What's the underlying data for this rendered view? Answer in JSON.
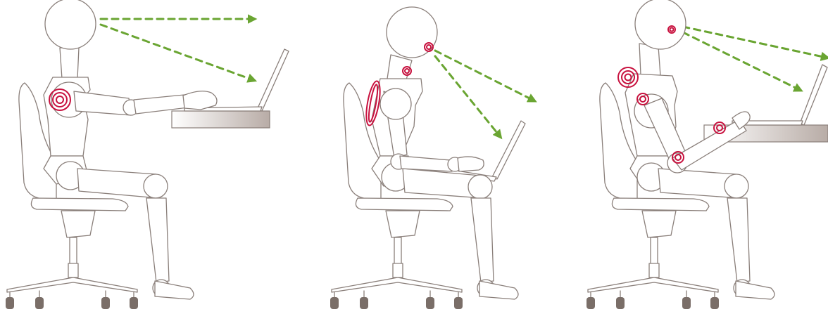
{
  "colors": {
    "outline": "#8a7f7a",
    "sight_line": "#6aa532",
    "pain_marker": "#c8123f",
    "wheel": "#7a6e68",
    "desk_gradient_start": "#ffffff",
    "desk_gradient_end": "#b8aca6"
  },
  "figures": [
    {
      "posture": "upright",
      "pain_points": [
        "shoulder"
      ]
    },
    {
      "posture": "slouched",
      "pain_points": [
        "neck",
        "jaw",
        "upper-arm"
      ]
    },
    {
      "posture": "forward-leaning",
      "pain_points": [
        "shoulder",
        "upper-arm",
        "elbow",
        "forearm",
        "head"
      ]
    }
  ]
}
